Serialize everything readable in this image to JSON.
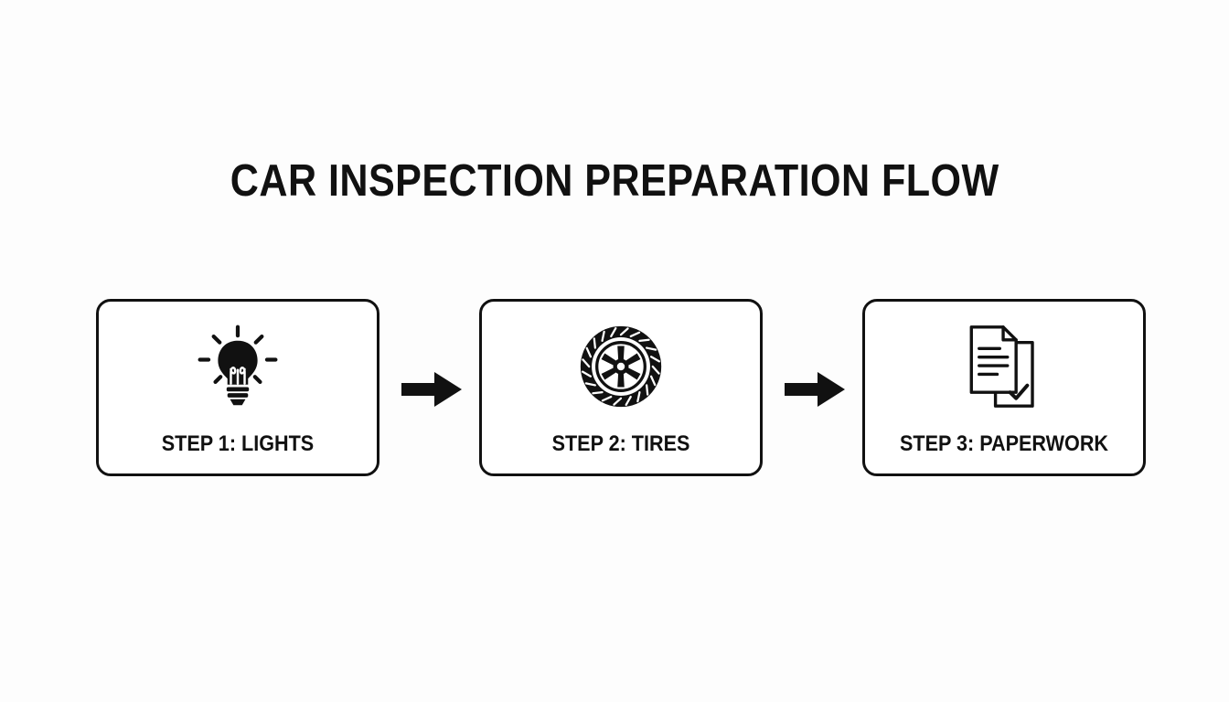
{
  "title": "CAR INSPECTION PREPARATION FLOW",
  "colors": {
    "background": "#fdfdfd",
    "ink": "#111111",
    "box_fill": "#ffffff"
  },
  "steps": [
    {
      "label": "STEP 1: LIGHTS",
      "icon": "lightbulb-icon"
    },
    {
      "label": "STEP 2: TIRES",
      "icon": "tire-icon"
    },
    {
      "label": "STEP 3: PAPERWORK",
      "icon": "documents-check-icon"
    }
  ],
  "connectors": [
    {
      "icon": "arrow-right-icon",
      "from": "STEP 1: LIGHTS",
      "to": "STEP 2: TIRES"
    },
    {
      "icon": "arrow-right-icon",
      "from": "STEP 2: TIRES",
      "to": "STEP 3: PAPERWORK"
    }
  ]
}
